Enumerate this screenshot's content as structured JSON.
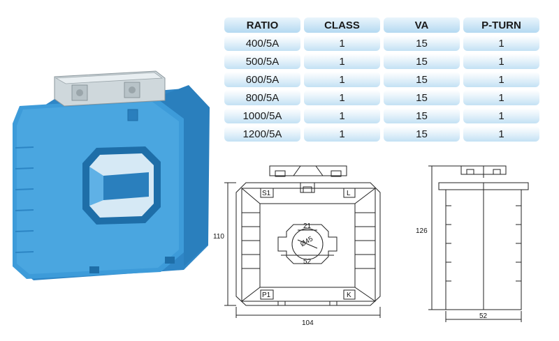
{
  "table": {
    "headers": [
      "RATIO",
      "CLASS",
      "VA",
      "P-TURN"
    ],
    "rows": [
      [
        "400/5A",
        "1",
        "15",
        "1"
      ],
      [
        "500/5A",
        "1",
        "15",
        "1"
      ],
      [
        "600/5A",
        "1",
        "15",
        "1"
      ],
      [
        "800/5A",
        "1",
        "15",
        "1"
      ],
      [
        "1000/5A",
        "1",
        "15",
        "1"
      ],
      [
        "1200/5A",
        "1",
        "15",
        "1"
      ]
    ]
  },
  "front_drawing": {
    "height_label": "110",
    "width_label": "104",
    "window_top_label": "21",
    "window_width_label": "52",
    "diameter_label": "Ø45",
    "terminal_s1": "S1",
    "terminal_l": "L",
    "terminal_p1": "P1",
    "terminal_k": "K"
  },
  "side_drawing": {
    "height_label": "126",
    "width_label": "52"
  },
  "colors": {
    "housing_blue": "#3d9bd9",
    "housing_dark": "#2a7fbd",
    "table_header": "#b4d9f1",
    "table_row": "#c3e1f4"
  }
}
